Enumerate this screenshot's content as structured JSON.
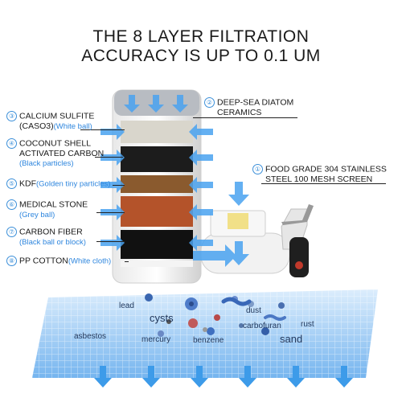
{
  "title": {
    "line1": "THE 8 LAYER FILTRATION",
    "line2": "ACCURACY IS UP TO 0.1 UM"
  },
  "layers": [
    {
      "num": "①",
      "main": "FOOD GRADE 304 STAINLESS",
      "main2": "STEEL 100 MESH SCREEN",
      "sub": ""
    },
    {
      "num": "②",
      "main": "DEEP-SEA DIATOM",
      "main2": "CERAMICS",
      "sub": ""
    },
    {
      "num": "③",
      "main": "CALCIUM SULFITE",
      "main2": "(CASO3)",
      "sub": "(White ball)"
    },
    {
      "num": "④",
      "main": "COCONUT SHELL",
      "main2": "ACTIVATED CARBON",
      "sub": "(Black particles)"
    },
    {
      "num": "⑤",
      "main": "KDF",
      "main2": "",
      "sub": "(Golden tiny particles)"
    },
    {
      "num": "⑥",
      "main": "MEDICAL STONE",
      "main2": "",
      "sub": "(Grey ball)"
    },
    {
      "num": "⑦",
      "main": "CARBON FIBER",
      "main2": "",
      "sub": "(Black ball or block)"
    },
    {
      "num": "⑧",
      "main": "PP COTTON",
      "main2": "",
      "sub": "(White cloth)"
    }
  ],
  "contaminants": [
    "lead",
    "cysts",
    "dust",
    "rust",
    "carbofuran",
    "asbestos",
    "mercury",
    "benzene",
    "sand"
  ],
  "colors": {
    "accent": "#2e86de",
    "arrow": "#4aa3f0",
    "water": "#8fc3f2",
    "layer3": "#d9d6cc",
    "layer4": "#1c1c1c",
    "layer5": "#8a5a2e",
    "layer6": "#b4532a",
    "layer7": "#111111"
  }
}
